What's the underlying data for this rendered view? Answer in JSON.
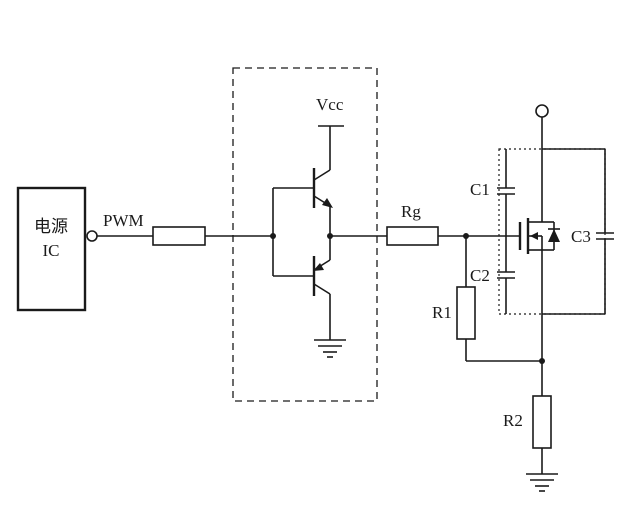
{
  "labels": {
    "power_ic_line1": "电源",
    "power_ic_line2": "IC",
    "pwm": "PWM",
    "vcc": "Vcc",
    "rg": "Rg",
    "c1": "C1",
    "c2": "C2",
    "c3": "C3",
    "r1": "R1",
    "r2": "R2"
  }
}
